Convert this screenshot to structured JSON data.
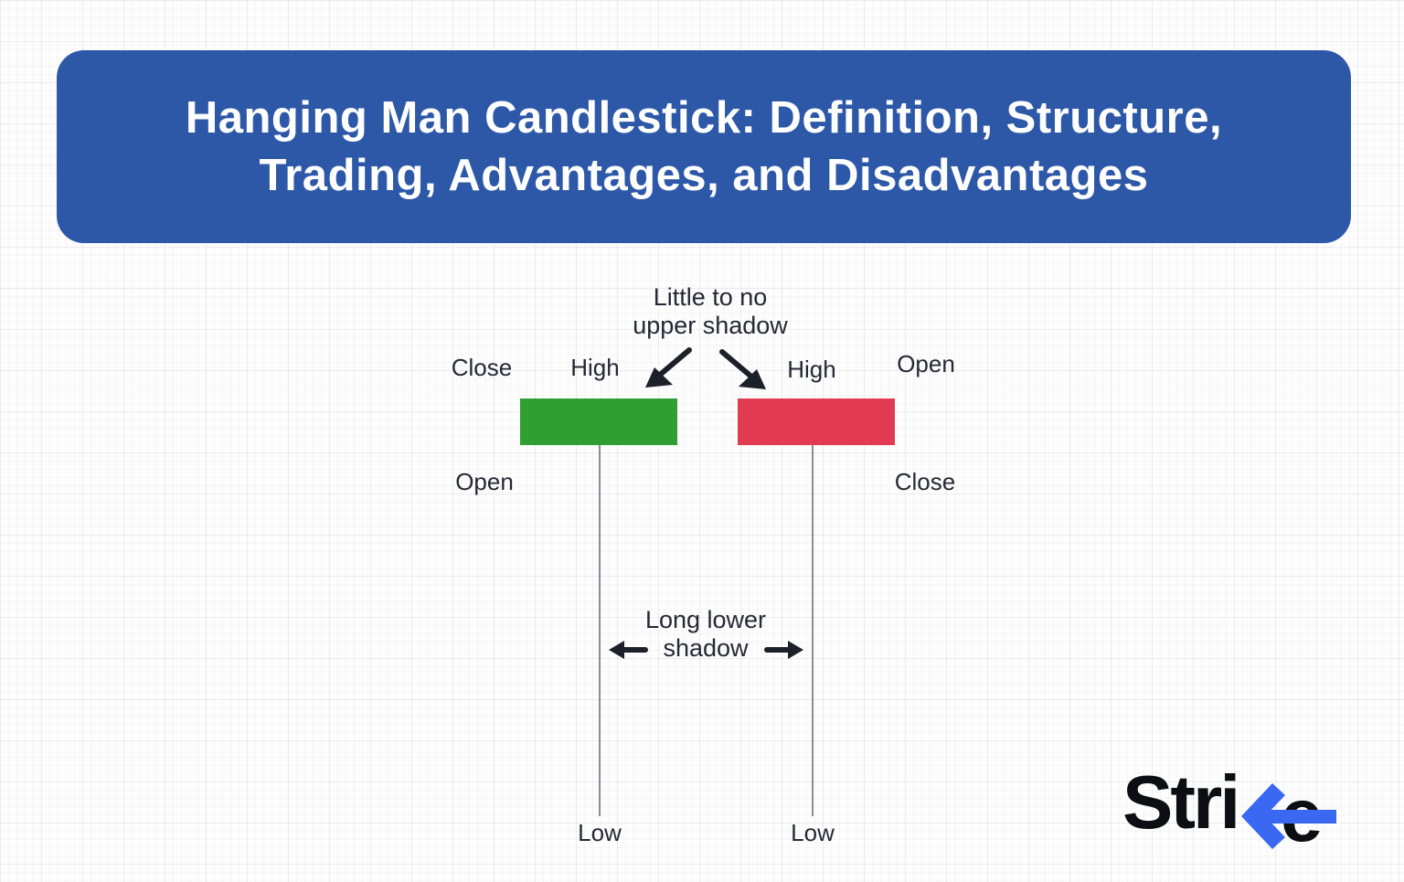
{
  "banner": {
    "title_line1": "Hanging Man Candlestick: Definition, Structure,",
    "title_line2": "Trading, Advantages, and Disadvantages",
    "background_color": "#2d58a8",
    "text_color": "#ffffff"
  },
  "diagram": {
    "upper_shadow_note": {
      "line1": "Little to no",
      "line2": "upper shadow"
    },
    "lower_shadow_note": {
      "line1": "Long lower",
      "line2": "shadow"
    },
    "ink_color": "#1b2029",
    "bullish_candle": {
      "body_color": "#2f9e33",
      "close_label": "Close",
      "high_label": "High",
      "open_label": "Open",
      "low_label": "Low"
    },
    "bearish_candle": {
      "body_color": "#e23a51",
      "high_label": "High",
      "open_label": "Open",
      "close_label": "Close",
      "low_label": "Low"
    }
  },
  "logo": {
    "name": "Strike",
    "prefix": "Stri",
    "suffix_letter": "e",
    "text_color": "#0c0e13",
    "arrow_color": "#3b68f2"
  }
}
